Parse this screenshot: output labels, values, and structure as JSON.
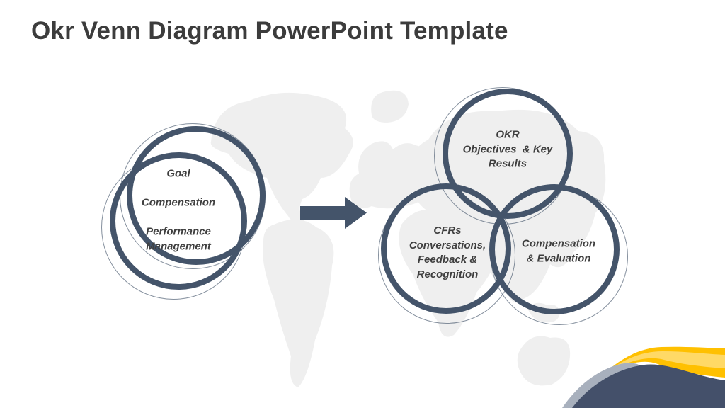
{
  "title": "Okr Venn Diagram PowerPoint Template",
  "left_group": {
    "label": "Goal\n\nCompensation\n\nPerformance\nManagement"
  },
  "arrow": {
    "direction": "right"
  },
  "venn": {
    "top": "OKR\nObjectives  & Key\nResults",
    "bottom_left": "CFRs\nConversations,\nFeedback &\nRecognition",
    "bottom_right": "Compensation\n& Evaluation"
  },
  "colors": {
    "circle_ring": "#44546A",
    "arrow": "#44546A",
    "title_text": "#3C3C3C",
    "circle_text": "#3F3F3F",
    "map_watermark": "#EEEEEE",
    "wave_gold": "#FFC000",
    "wave_gold_light": "#FFD966",
    "wave_gray": "#A8B0BD",
    "wave_dark": "#44506A"
  }
}
